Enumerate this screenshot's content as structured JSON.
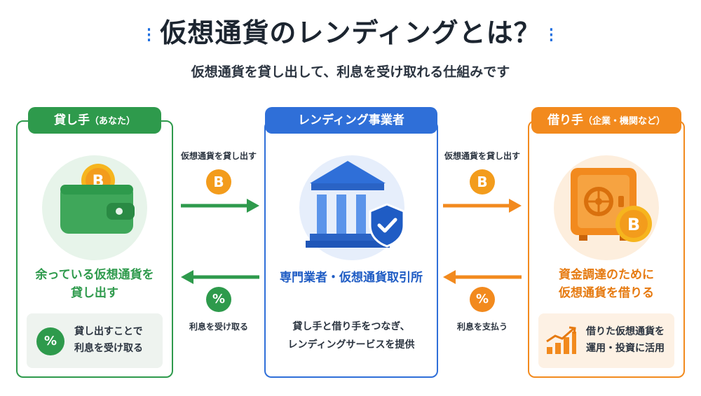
{
  "header": {
    "title": "仮想通貨のレンディングとは？",
    "subtitle": "仮想通貨を貸し出して、利息を受け取れる仕組みです"
  },
  "lender": {
    "label": "貸し手",
    "sub": "（あなた）",
    "line1": "余っている仮想通貨を",
    "line2": "貸し出す",
    "tip_line1": "貸し出すことで",
    "tip_line2": "利息を受け取る",
    "tip_icon": "%"
  },
  "platform": {
    "label": "レンディング事業者",
    "line1": "専門業者・仮想通貨取引所",
    "desc_line1": "貸し手と借り手をつなぎ、",
    "desc_line2": "レンディングサービスを提供"
  },
  "borrower": {
    "label": "借り手",
    "sub": "（企業・機関など）",
    "line1": "資金調達のために",
    "line2": "仮想通貨を借りる",
    "tip_line1": "借りた仮想通貨を",
    "tip_line2": "運用・投資に活用"
  },
  "flows": {
    "left_top": "仮想通貨を貸し出す",
    "left_bottom": "利息を受け取る",
    "right_top": "仮想通貨を貸し出す",
    "right_bottom": "利息を支払う",
    "btc_symbol": "B",
    "pct_symbol": "%"
  },
  "icons": {
    "wallet": "wallet-icon",
    "bank": "bank-icon",
    "shield": "shield-check-icon",
    "safe": "safe-icon",
    "bitcoin": "bitcoin-icon",
    "percent": "percent-icon",
    "growth_chart": "growth-chart-icon"
  },
  "colors": {
    "green": "#2e9a4c",
    "blue": "#2f6fd8",
    "orange": "#f28a1e",
    "bitcoin": "#f39c1c"
  }
}
